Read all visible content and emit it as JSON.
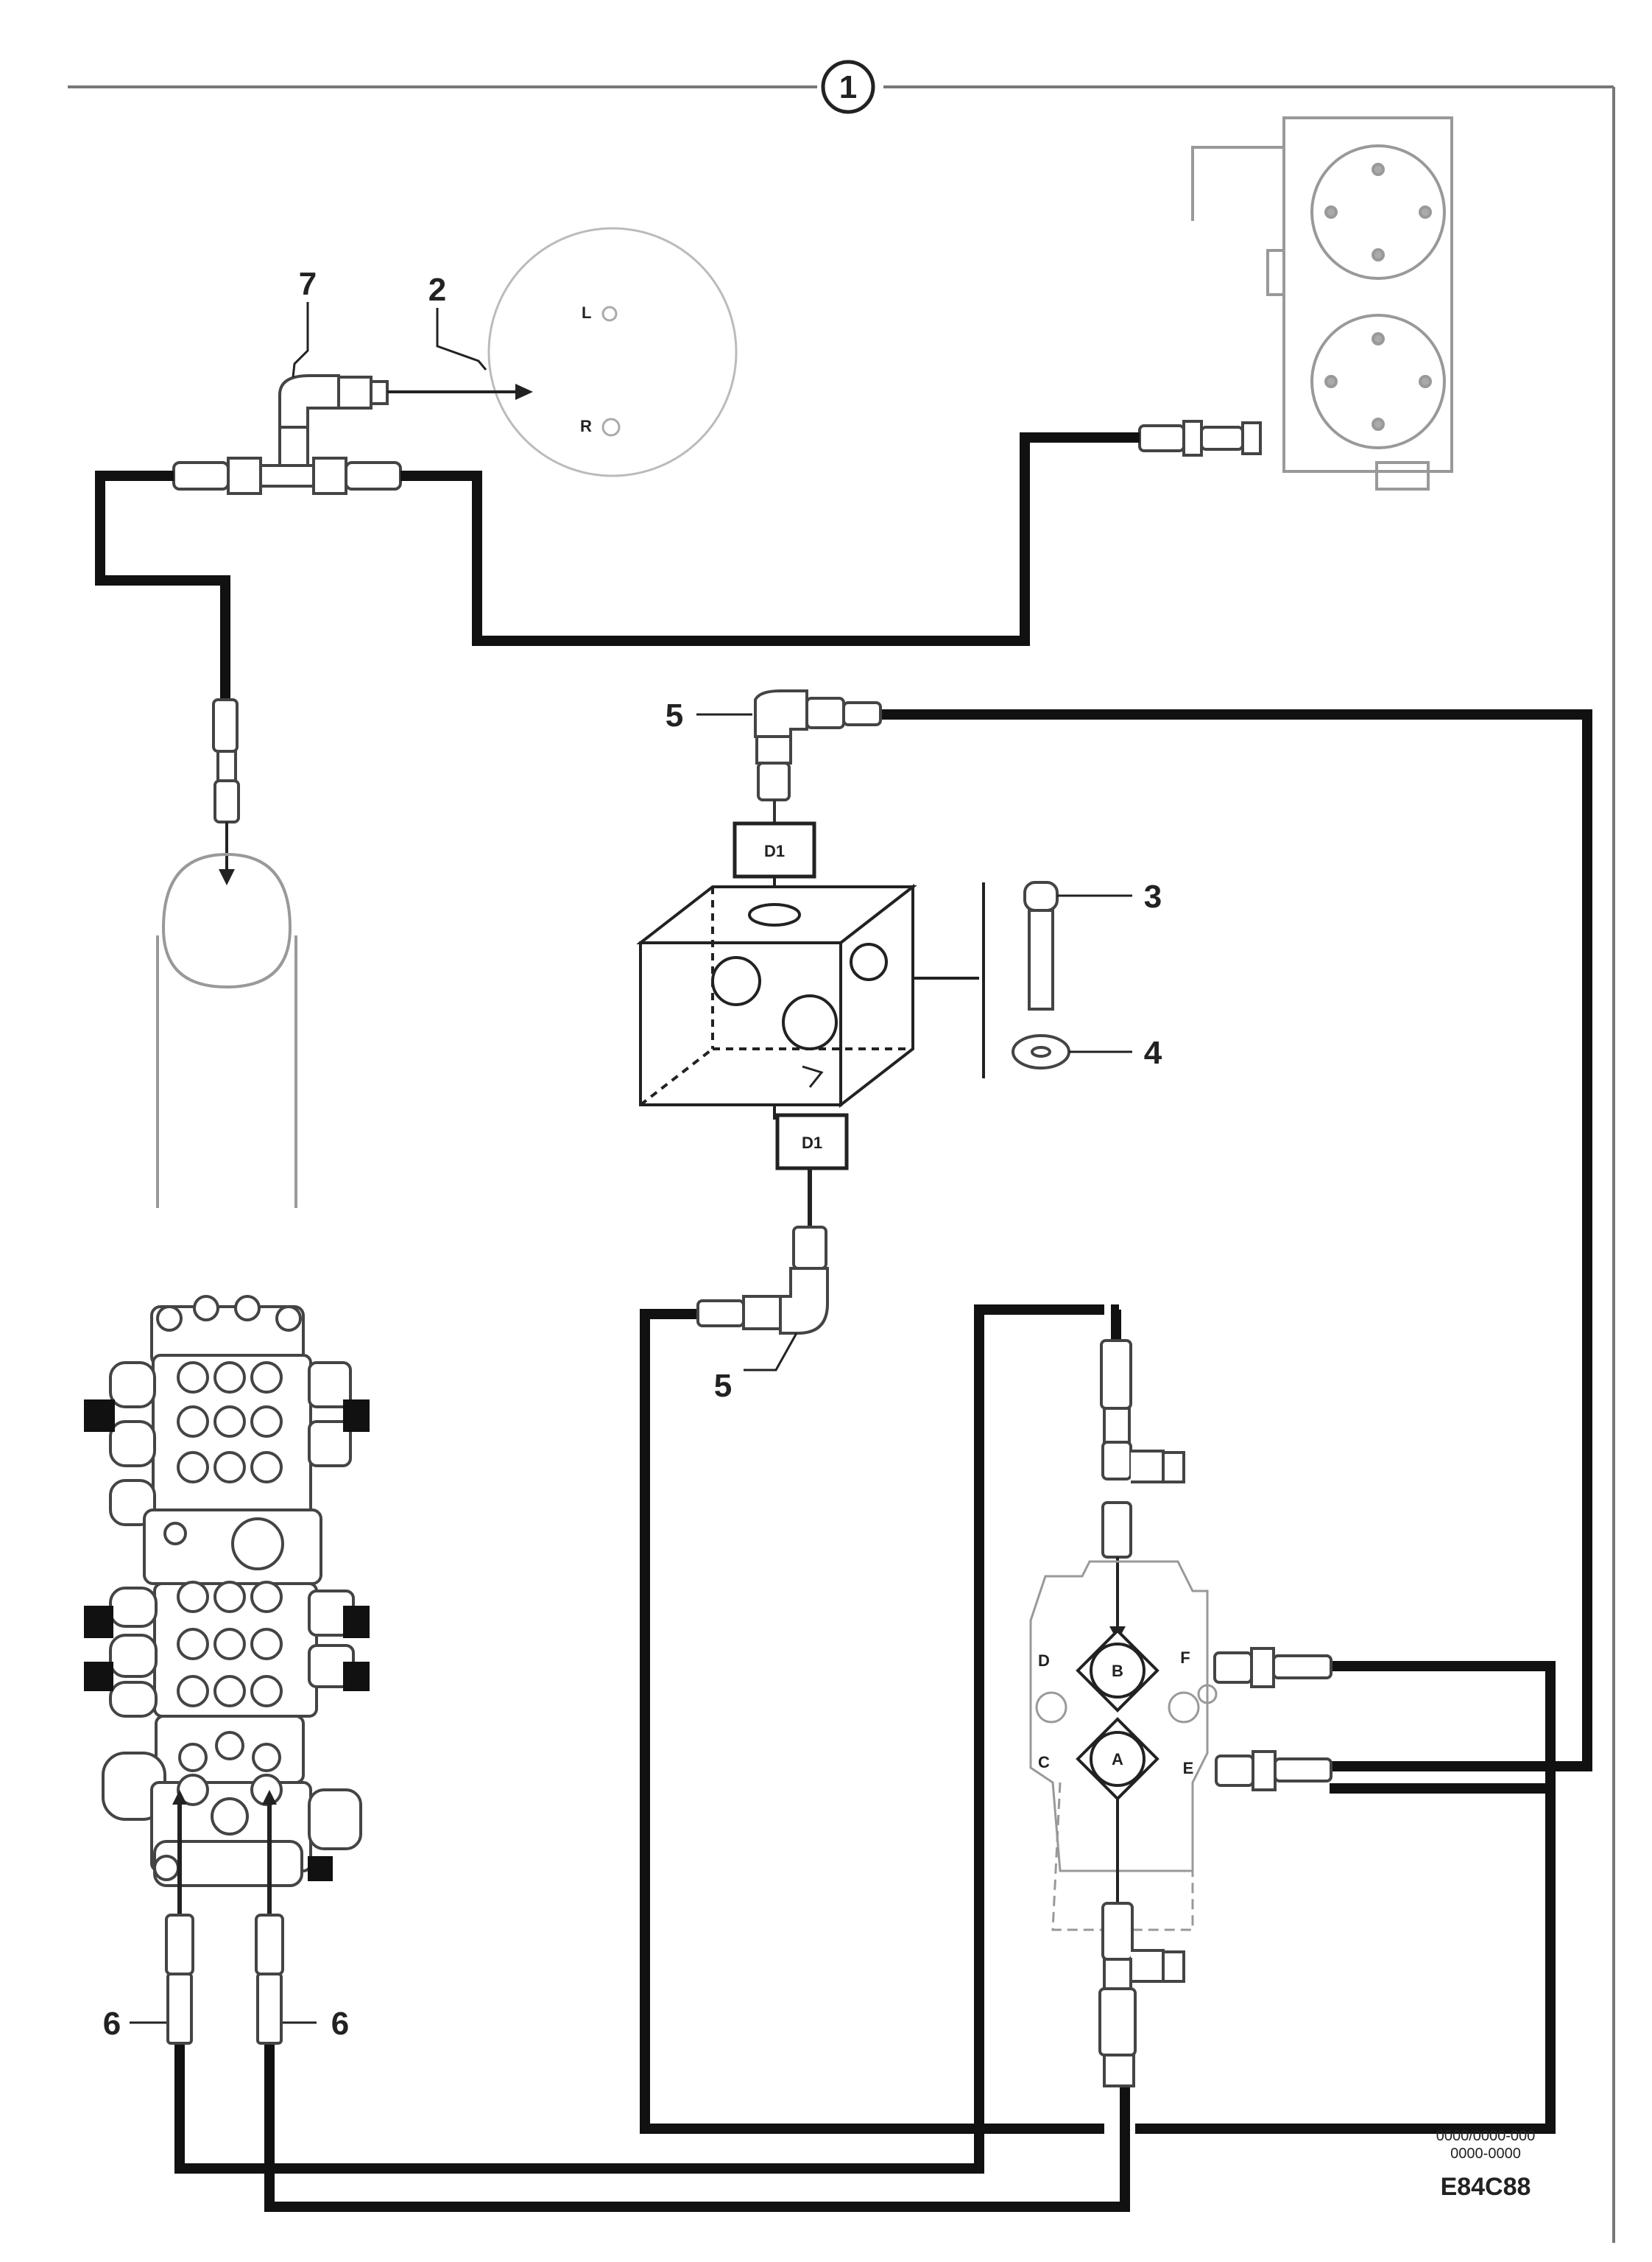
{
  "header": {
    "circle_label": "1"
  },
  "callouts": {
    "c7": "7",
    "c2": "2",
    "c5_top": "5",
    "c3": "3",
    "c4": "4",
    "c5_bottom": "5",
    "c6_left": "6",
    "c6_right": "6"
  },
  "block_ports": {
    "top": "D1",
    "bottom": "D1"
  },
  "tank_ports": {
    "l": "L",
    "r": "R"
  },
  "valve_ports": {
    "b": "B",
    "a": "A",
    "d": "D",
    "c": "C",
    "f": "F",
    "e": "E"
  },
  "footer": {
    "code_line1": "0000/0000-000",
    "code_line2": "0000-0000",
    "drawing_id": "E84C88"
  }
}
